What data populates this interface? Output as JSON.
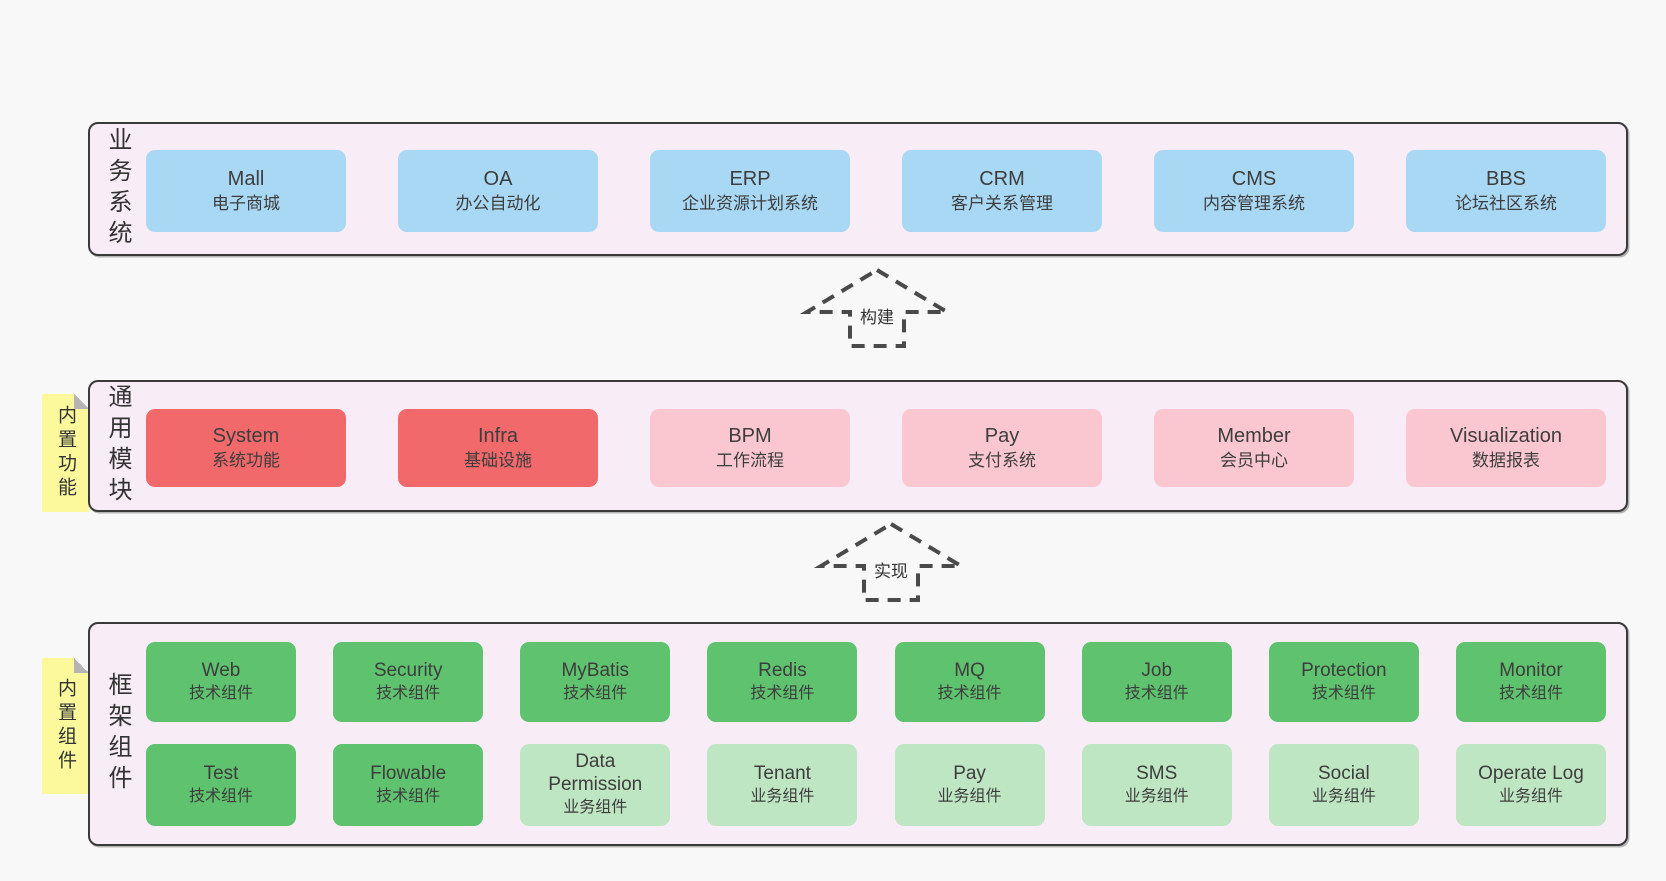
{
  "diagram": {
    "layers": [
      {
        "side_label": "业务系统",
        "boxes": [
          {
            "name": "Mall",
            "desc": "电子商城"
          },
          {
            "name": "OA",
            "desc": "办公自动化"
          },
          {
            "name": "ERP",
            "desc": "企业资源计划系统"
          },
          {
            "name": "CRM",
            "desc": "客户关系管理"
          },
          {
            "name": "CMS",
            "desc": "内容管理系统"
          },
          {
            "name": "BBS",
            "desc": "论坛社区系统"
          }
        ]
      },
      {
        "side_label": "通用模块",
        "note": "内置功能",
        "boxes": [
          {
            "name": "System",
            "desc": "系统功能"
          },
          {
            "name": "Infra",
            "desc": "基础设施"
          },
          {
            "name": "BPM",
            "desc": "工作流程"
          },
          {
            "name": "Pay",
            "desc": "支付系统"
          },
          {
            "name": "Member",
            "desc": "会员中心"
          },
          {
            "name": "Visualization",
            "desc": "数据报表"
          }
        ]
      },
      {
        "side_label": "框架组件",
        "note": "内置组件",
        "rows": [
          [
            {
              "name": "Web",
              "desc": "技术组件"
            },
            {
              "name": "Security",
              "desc": "技术组件"
            },
            {
              "name": "MyBatis",
              "desc": "技术组件"
            },
            {
              "name": "Redis",
              "desc": "技术组件"
            },
            {
              "name": "MQ",
              "desc": "技术组件"
            },
            {
              "name": "Job",
              "desc": "技术组件"
            },
            {
              "name": "Protection",
              "desc": "技术组件"
            },
            {
              "name": "Monitor",
              "desc": "技术组件"
            }
          ],
          [
            {
              "name": "Test",
              "desc": "技术组件"
            },
            {
              "name": "Flowable",
              "desc": "技术组件"
            },
            {
              "name": "Data Permission",
              "desc": "业务组件"
            },
            {
              "name": "Tenant",
              "desc": "业务组件"
            },
            {
              "name": "Pay",
              "desc": "业务组件"
            },
            {
              "name": "SMS",
              "desc": "业务组件"
            },
            {
              "name": "Social",
              "desc": "业务组件"
            },
            {
              "name": "Operate Log",
              "desc": "业务组件"
            }
          ]
        ]
      }
    ],
    "arrows": [
      {
        "label": "构建"
      },
      {
        "label": "实现"
      }
    ],
    "colors": {
      "page_bg": "#f8f8f8",
      "panel_bg": "#f8edf6",
      "panel_border": "#3a3a3a",
      "blue": "#a9d8f4",
      "red": "#f1696b",
      "pink": "#fac7d1",
      "green": "#5fc26e",
      "green_light": "#bfe6c3",
      "note_yellow": "#fbf99c",
      "text": "#3d3d3d"
    }
  }
}
